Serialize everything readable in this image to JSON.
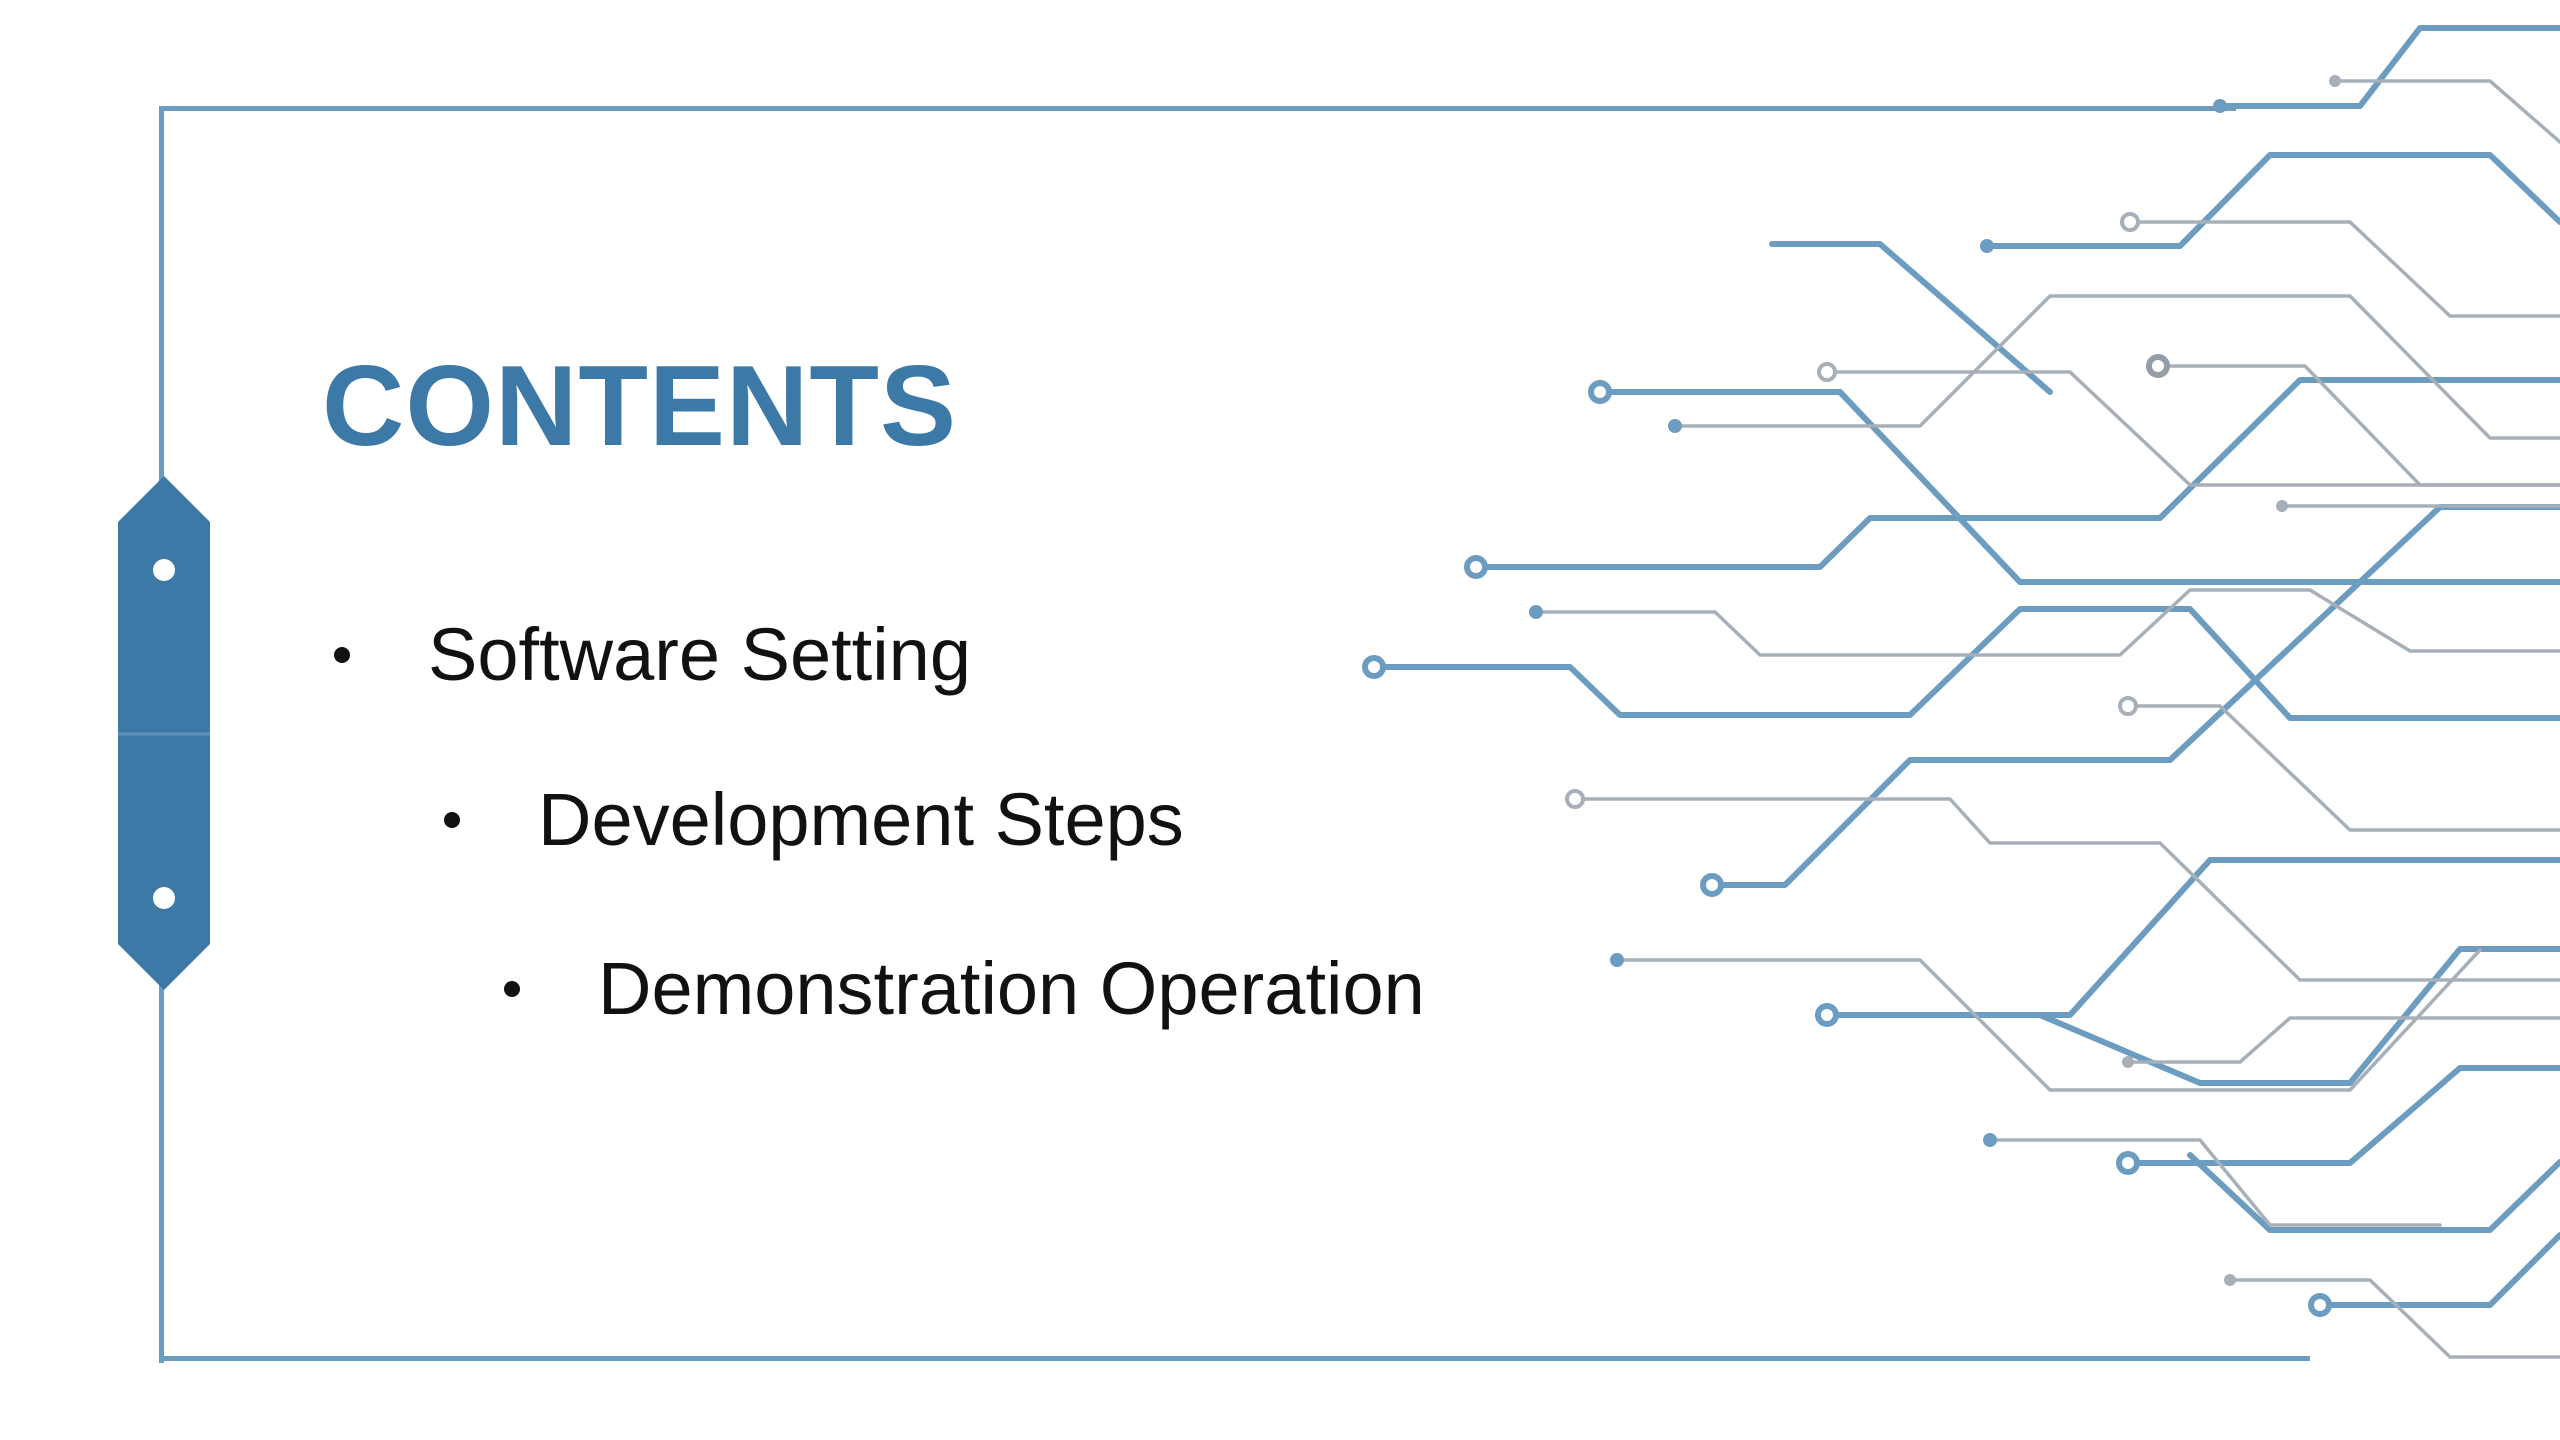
{
  "slide": {
    "title": "CONTENTS",
    "items": [
      {
        "label": "Software Setting"
      },
      {
        "label": "Development Steps"
      },
      {
        "label": "Demonstration Operation"
      }
    ]
  },
  "colors": {
    "accent": "#3d79a6",
    "frame": "#6c9dc0",
    "text": "#111111",
    "circuit_gray": "#a7b0b8",
    "background": "#ffffff"
  },
  "icons": {
    "side_tab": "hexagonal-tab",
    "decoration": "circuit-lines",
    "bullet": "bullet-dot"
  }
}
